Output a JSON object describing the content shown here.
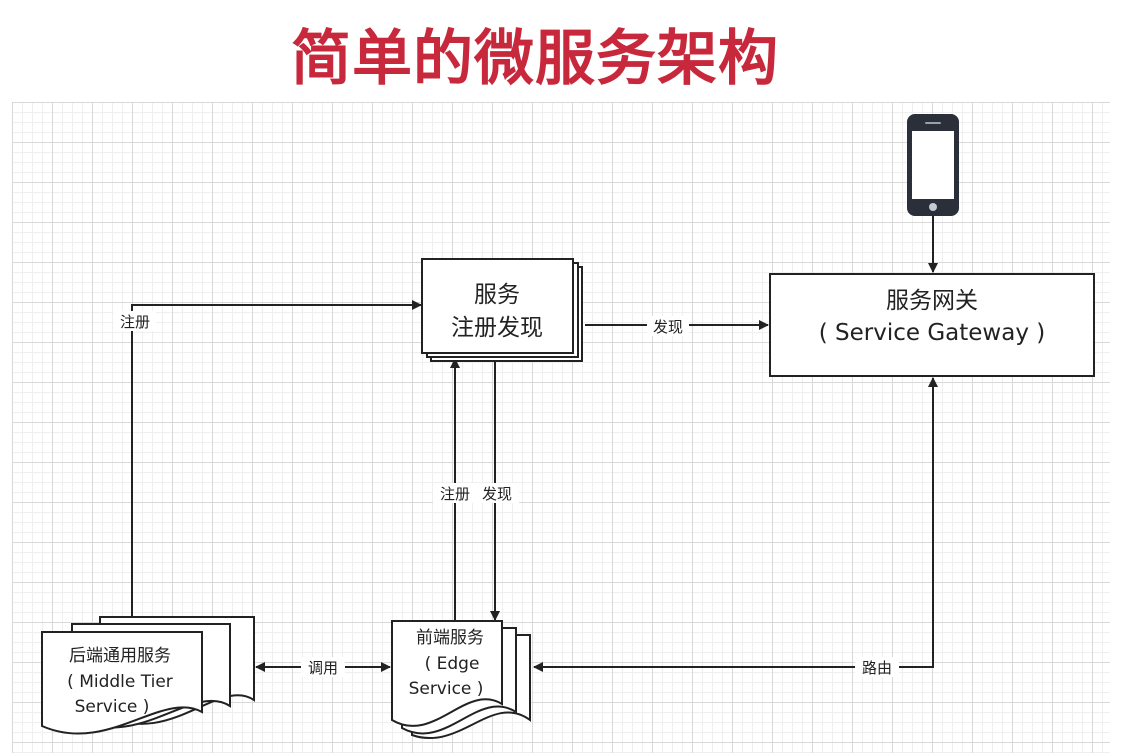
{
  "title": "简单的微服务架构",
  "nodes": {
    "registry": {
      "line1": "服务",
      "line2": "注册发现"
    },
    "gateway": {
      "line1": "服务网关",
      "line2": "( Service Gateway )"
    },
    "middle": {
      "line1": "后端通用服务",
      "line2": "( Middle Tier",
      "line3": "Service )"
    },
    "edge": {
      "line1": "前端服务",
      "line2": "( Edge",
      "line3": "Service )"
    }
  },
  "edges": {
    "middle_register": "注册",
    "registry_discover_gateway": "发现",
    "edge_register": "注册",
    "edge_discover": "发现",
    "middle_edge_call": "调用",
    "gateway_route": "路由"
  },
  "icons": {
    "client": "smartphone-icon"
  }
}
